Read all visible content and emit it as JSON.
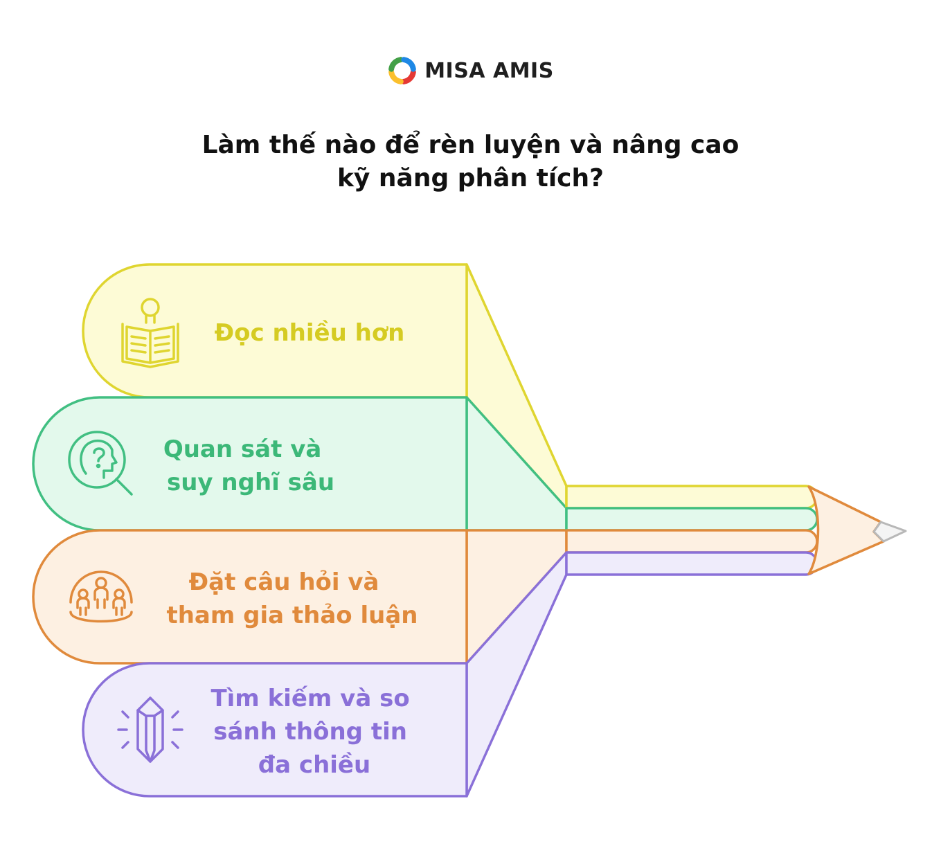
{
  "brand": {
    "name": "MISA AMIS",
    "logo_colors": [
      "#e53935",
      "#fbc02d",
      "#43a047",
      "#1e88e5"
    ]
  },
  "title_lines": [
    "Làm thế nào để rèn luyện và nâng cao",
    "kỹ năng phân tích?"
  ],
  "steps": [
    {
      "icon": "reading-person-icon",
      "lines": [
        "Đọc nhiều hơn"
      ],
      "fill": "#fdfbd6",
      "stroke": "#dfd530",
      "text_color": "#d5cb22"
    },
    {
      "icon": "head-question-magnifier-icon",
      "lines": [
        "Quan sát và",
        "suy nghĩ sâu"
      ],
      "fill": "#e3f9ec",
      "stroke": "#41bf82",
      "text_color": "#3cb878"
    },
    {
      "icon": "group-discussion-icon",
      "lines": [
        "Đặt câu hỏi và",
        "tham gia thảo luận"
      ],
      "fill": "#fdf0e2",
      "stroke": "#e08a3c",
      "text_color": "#e08a3c"
    },
    {
      "icon": "crystal-icon",
      "lines": [
        "Tìm kiếm và so",
        "sánh thông tin",
        "đa chiều"
      ],
      "fill": "#efecfb",
      "stroke": "#8a70d8",
      "text_color": "#8a70d8"
    }
  ],
  "pencil": {
    "tip_fill": "#fdf0e2",
    "tip_stroke": "#e08a3c",
    "lead_color": "#b8b8b8"
  }
}
